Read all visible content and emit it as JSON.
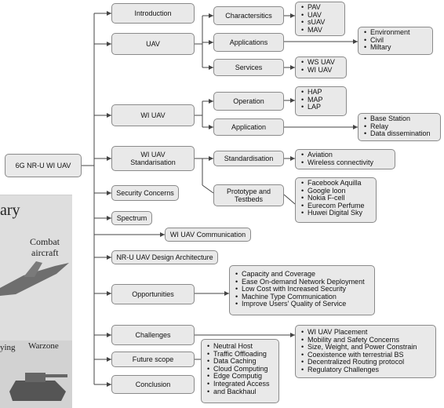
{
  "root": "6G  NR-U WI UAV",
  "level1": {
    "introduction": "Introduction",
    "uav": "UAV",
    "wi_uav": "WI UAV",
    "wi_uav_standarisation": [
      "WI UAV",
      "Standarisation"
    ],
    "security": "Security Concerns",
    "spectrum": "Spectrum",
    "communication": "WI UAV Communication",
    "design": "NR-U UAV Design Architecture",
    "opportunities": "Opportunities",
    "challenges": "Challenges",
    "future": "Future scope",
    "conclusion": "Conclusion"
  },
  "level2": {
    "characteristics": "Charactersitics",
    "applications": "Applications",
    "services": "Services",
    "operation": "Operation",
    "application": "Application",
    "standardisation": "Standardisation",
    "prototype": [
      "Prototype and",
      "Testbeds"
    ]
  },
  "lists": {
    "characteristics": [
      "PAV",
      "UAV",
      "sUAV",
      "MAV"
    ],
    "applications": [
      "Environment",
      "Civil",
      "Miltary"
    ],
    "services": [
      "WS UAV",
      "WI UAV"
    ],
    "operation": [
      "HAP",
      "MAP",
      "LAP"
    ],
    "application": [
      "Base Station",
      "Relay",
      "Data dissemination"
    ],
    "standardisation": [
      "Aviation",
      "Wireless connectivity"
    ],
    "prototype": [
      "Facebook Aquilla",
      "Google loon",
      "Nokia F-cell",
      "Eurecom Perfume",
      "Huwei Digital Sky"
    ],
    "opportunities": [
      "Capacity and Coverage",
      "Ease On-demand Network Deployment",
      "Low Cost with Increased Security",
      "Machine Type Communication",
      "Improve Users' Quality of Service"
    ],
    "challenges": [
      "WI UAV Placement",
      "Mobility and Safety Concerns",
      "Size, Weight, and Power Constrain",
      "Coexistence with terrestrial BS",
      "Decentralized Routing protocol",
      "Regulatory Challenges"
    ],
    "future": [
      "Neutral Host",
      "Traffic Offloading",
      "Data Caching",
      "Cloud Computing",
      "Edge Computig",
      "Integrated Access",
      "and Backhaul"
    ]
  },
  "photo": {
    "title": "ary",
    "combat": [
      "Combat",
      "aircraft"
    ],
    "warzone": "Warzone",
    "flying": "ying"
  }
}
